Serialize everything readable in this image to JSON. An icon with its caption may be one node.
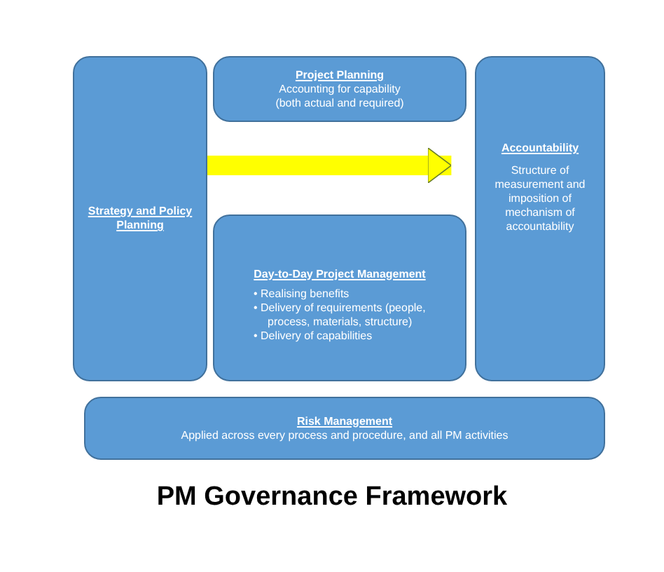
{
  "diagram": {
    "title": "PM Governance Framework",
    "nodes": [
      {
        "text": [
          "Strategy and Policy Planning"
        ]
      },
      {
        "text": [
          "Project Planning",
          "Accounting for capability (both actual and required)"
        ]
      },
      {
        "text": [
          "Day-to-Day Project Management",
          "• Realising benefits",
          "• Delivery of requirements (people, process, materials, structure)",
          "• Delivery of capabilities"
        ]
      },
      {
        "text": [
          "Accountability",
          "Structure of measurement and imposition of mechanism of accountability"
        ]
      },
      {
        "text": [
          "Risk Management",
          "Applied across every process and procedure, and all PM activities"
        ]
      }
    ],
    "edges": [
      {
        "from": 0,
        "to": 3,
        "arrow": "to",
        "color": "#ffff00"
      }
    ]
  }
}
